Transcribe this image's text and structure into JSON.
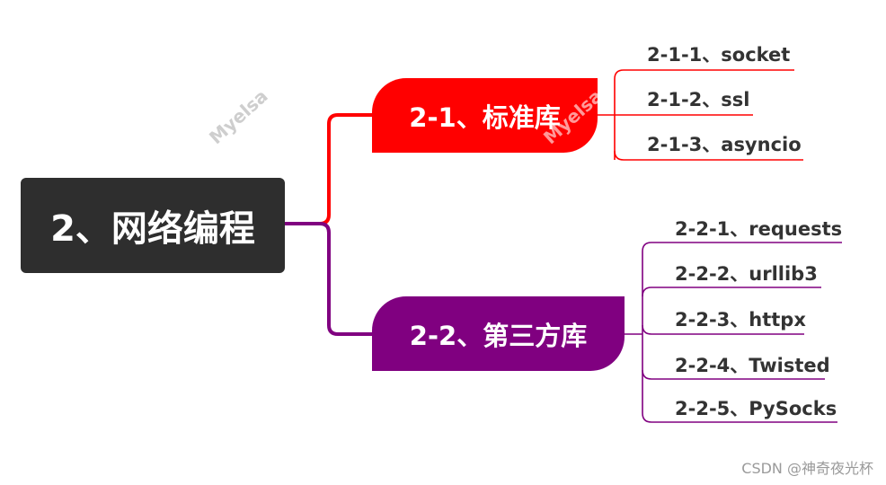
{
  "root": {
    "label": "2、网络编程",
    "color": "#2e2e2e"
  },
  "branches": [
    {
      "label": "2-1、标准库",
      "color": "#ff0000",
      "leaves": [
        "2-1-1、socket",
        "2-1-2、ssl",
        "2-1-3、asyncio"
      ]
    },
    {
      "label": "2-2、第三方库",
      "color": "#800080",
      "leaves": [
        "2-2-1、requests",
        "2-2-2、urllib3",
        "2-2-3、httpx",
        "2-2-4、Twisted",
        "2-2-5、PySocks"
      ]
    }
  ],
  "watermark": "Myelsa",
  "footer": "CSDN @神奇夜光杯"
}
